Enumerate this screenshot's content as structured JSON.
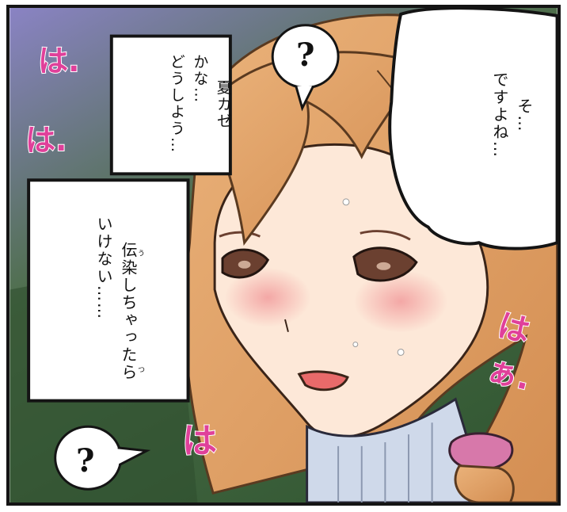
{
  "narration_top": {
    "line1": "夏カゼ",
    "line2": "かな…",
    "line3": "どうしよう…"
  },
  "narration_bottom": {
    "line1": "伝染しちゃったら",
    "line1_ruby": "うつ",
    "line2": "いけない……"
  },
  "speech_right": {
    "line1": "そ…",
    "line2": "ですよね…"
  },
  "question_top": "?",
  "question_bottom": "?",
  "sfx": {
    "ha_1": "は.",
    "ha_2": "は.",
    "ha_3": "は",
    "haa": "はぁ."
  },
  "colors": {
    "sfx": "#e0409a",
    "hair": "#e1a064",
    "background_green": "#3f6a3c",
    "background_purple": "#8a83c4",
    "sweater": "#cfd9ea",
    "scrunchie": "#d778aa"
  }
}
